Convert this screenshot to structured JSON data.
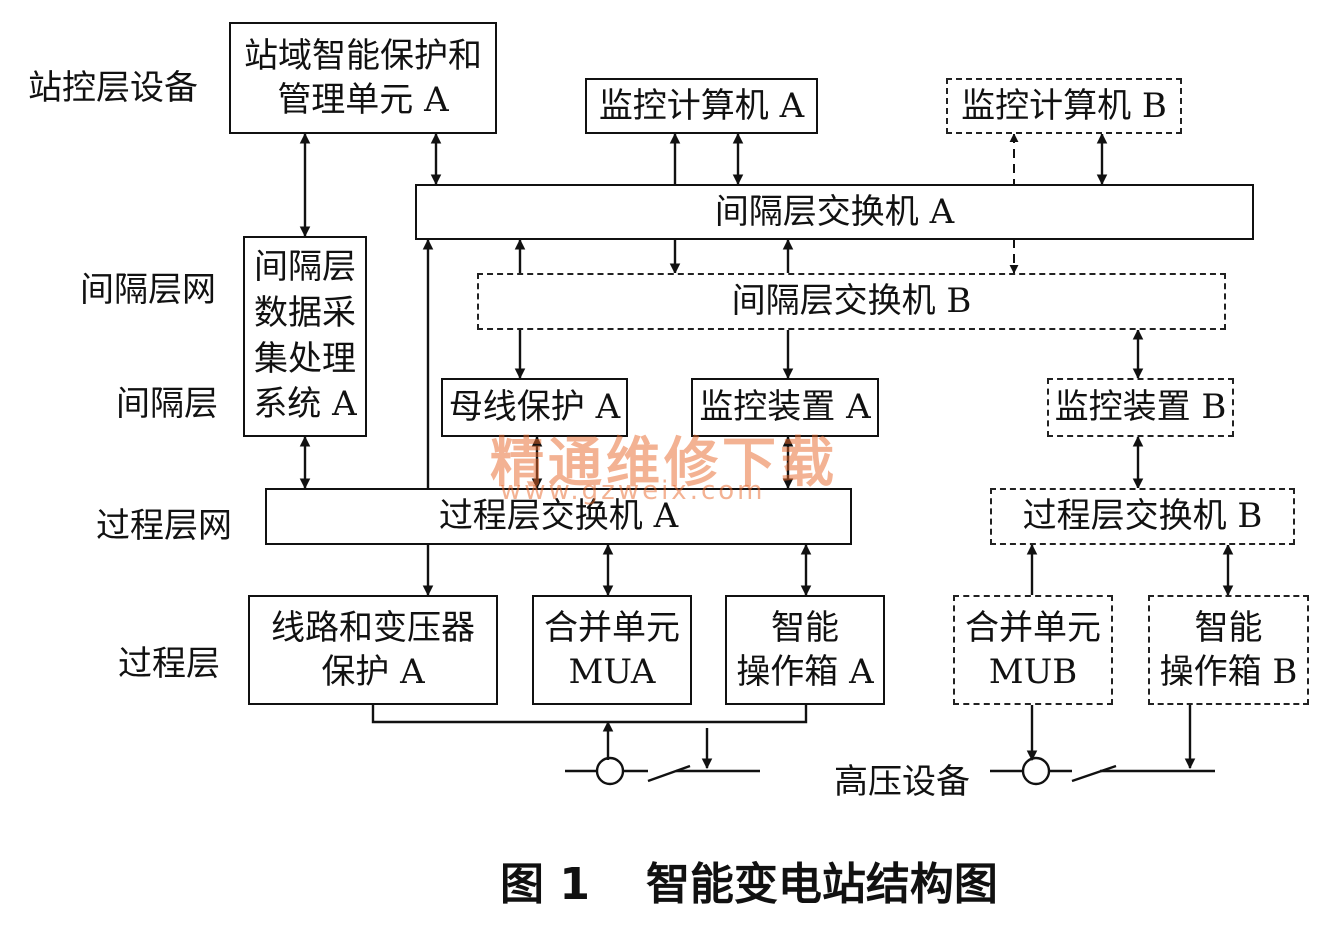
{
  "left_labels": {
    "station": "站控层设备",
    "bay_network": "间隔层网",
    "bay": "间隔层",
    "process_network": "过程层网",
    "process": "过程层"
  },
  "boxes": {
    "station_protection": [
      "站域智能保护和",
      "管理单元 A"
    ],
    "monitor_pc_a": [
      "监控计算机 A"
    ],
    "monitor_pc_b": [
      "监控计算机 B"
    ],
    "bay_switch_a": [
      "间隔层交换机 A"
    ],
    "bay_switch_b": [
      "间隔层交换机 B"
    ],
    "bay_data_system": [
      "间隔层",
      "数据采",
      "集处理",
      "系统 A"
    ],
    "busbar_protection": [
      "母线保护 A"
    ],
    "monitor_device_a": [
      "监控装置 A"
    ],
    "monitor_device_b": [
      "监控装置 B"
    ],
    "process_switch_a": [
      "过程层交换机 A"
    ],
    "process_switch_b": [
      "过程层交换机 B"
    ],
    "line_transformer_protection": [
      "线路和变压器",
      "保护 A"
    ],
    "merging_unit_a": [
      "合并单元",
      "MUA"
    ],
    "smart_box_a": [
      "智能",
      "操作箱 A"
    ],
    "merging_unit_b": [
      "合并单元",
      "MUB"
    ],
    "smart_box_b": [
      "智能",
      "操作箱 B"
    ]
  },
  "hv_label": "高压设备",
  "caption": {
    "number": "图 1",
    "title": "智能变电站结构图"
  },
  "watermark": {
    "main": "精通维修下载",
    "url": "www.gzweix.com"
  }
}
